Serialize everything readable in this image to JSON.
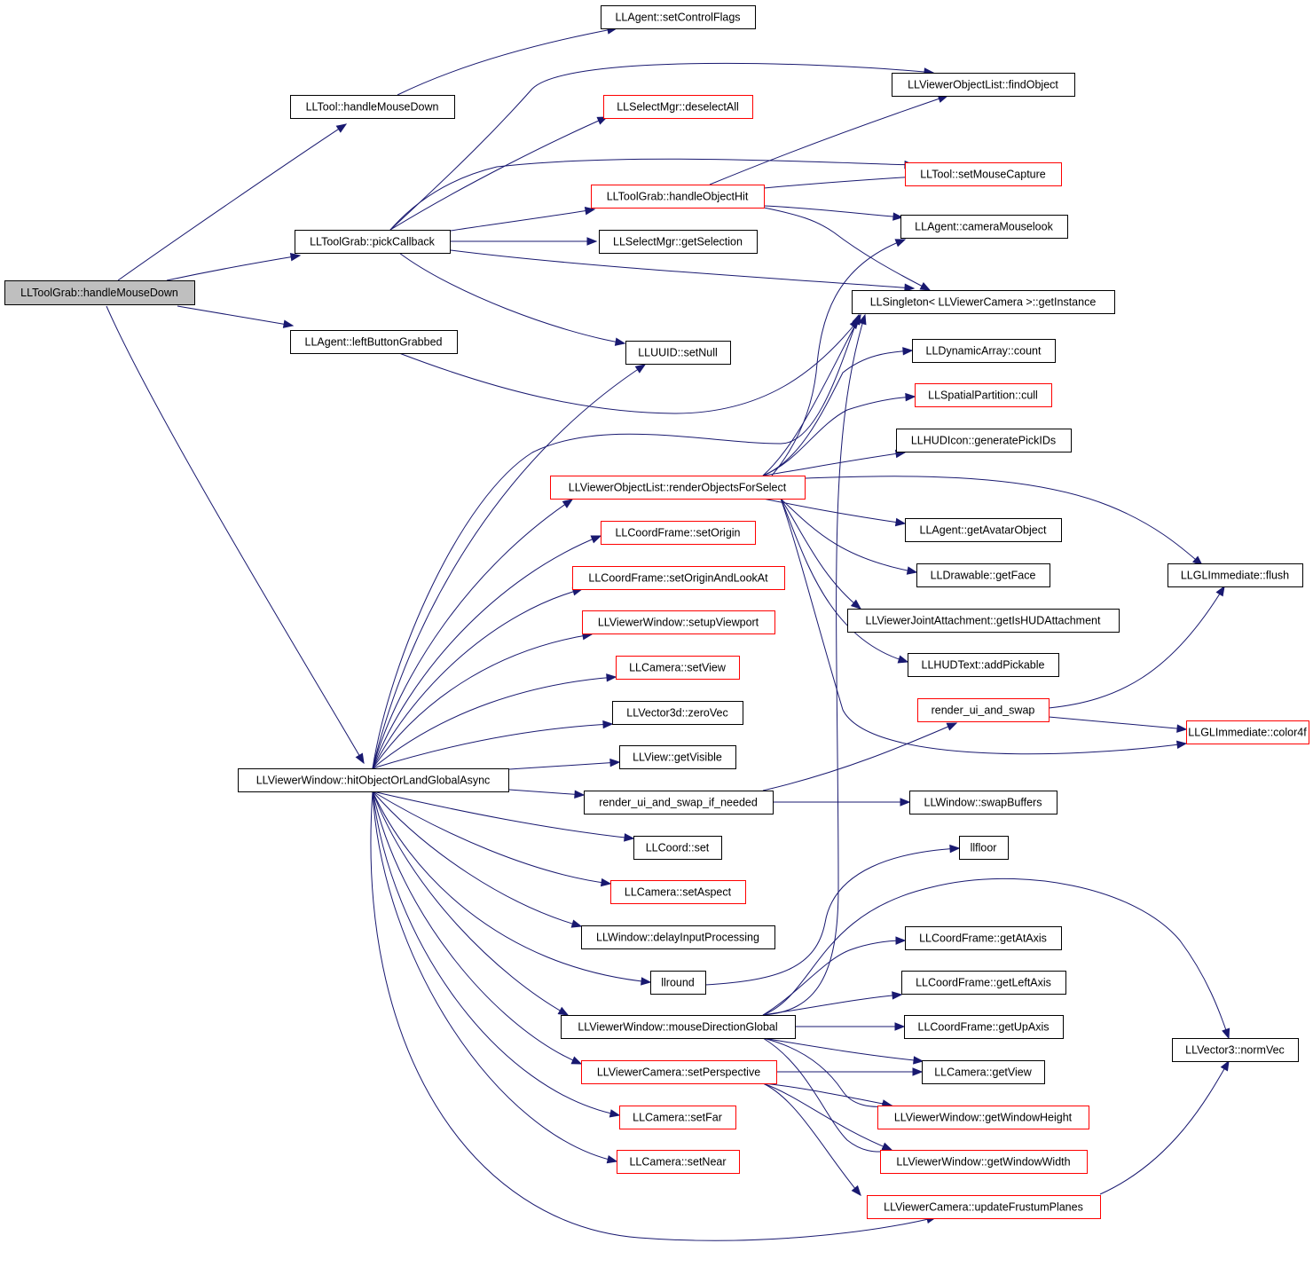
{
  "colors": {
    "edge": "#191970",
    "node_border_normal": "#000000",
    "node_border_truncated": "#ff0000",
    "root_fill": "#bfbfbf",
    "node_fill": "#ffffff"
  },
  "nodes": {
    "n_root": {
      "label": "LLToolGrab::handleMouseDown",
      "type": "root"
    },
    "n_tool_hmd": {
      "label": "LLTool::handleMouseDown",
      "type": "normal"
    },
    "n_pickcb": {
      "label": "LLToolGrab::pickCallback",
      "type": "normal"
    },
    "n_leftbtn": {
      "label": "LLAgent::leftButtonGrabbed",
      "type": "normal"
    },
    "n_hitobj": {
      "label": "LLViewerWindow::hitObjectOrLandGlobalAsync",
      "type": "normal"
    },
    "n_setctrl": {
      "label": "LLAgent::setControlFlags",
      "type": "normal"
    },
    "n_desel": {
      "label": "LLSelectMgr::deselectAll",
      "type": "truncated"
    },
    "n_handleobjhit": {
      "label": "LLToolGrab::handleObjectHit",
      "type": "truncated"
    },
    "n_getsel": {
      "label": "LLSelectMgr::getSelection",
      "type": "normal"
    },
    "n_setnull": {
      "label": "LLUUID::setNull",
      "type": "normal"
    },
    "n_renderobj": {
      "label": "LLViewerObjectList::renderObjectsForSelect",
      "type": "truncated"
    },
    "n_setorigin": {
      "label": "LLCoordFrame::setOrigin",
      "type": "truncated"
    },
    "n_setoriginlook": {
      "label": "LLCoordFrame::setOriginAndLookAt",
      "type": "truncated"
    },
    "n_setupvp": {
      "label": "LLViewerWindow::setupViewport",
      "type": "truncated"
    },
    "n_setview": {
      "label": "LLCamera::setView",
      "type": "truncated"
    },
    "n_zerovec": {
      "label": "LLVector3d::zeroVec",
      "type": "normal"
    },
    "n_getvisible": {
      "label": "LLView::getVisible",
      "type": "normal"
    },
    "n_rendifneeded": {
      "label": "render_ui_and_swap_if_needed",
      "type": "normal"
    },
    "n_coordset": {
      "label": "LLCoord::set",
      "type": "normal"
    },
    "n_setaspect": {
      "label": "LLCamera::setAspect",
      "type": "truncated"
    },
    "n_delayinput": {
      "label": "LLWindow::delayInputProcessing",
      "type": "normal"
    },
    "n_llround": {
      "label": "llround",
      "type": "normal"
    },
    "n_mousedir": {
      "label": "LLViewerWindow::mouseDirectionGlobal",
      "type": "normal"
    },
    "n_setpersp": {
      "label": "LLViewerCamera::setPerspective",
      "type": "truncated"
    },
    "n_setfar": {
      "label": "LLCamera::setFar",
      "type": "truncated"
    },
    "n_setnear": {
      "label": "LLCamera::setNear",
      "type": "truncated"
    },
    "n_findobj": {
      "label": "LLViewerObjectList::findObject",
      "type": "normal"
    },
    "n_setmousecap": {
      "label": "LLTool::setMouseCapture",
      "type": "truncated"
    },
    "n_cammouselook": {
      "label": "LLAgent::cameraMouselook",
      "type": "normal"
    },
    "n_getinst": {
      "label": "LLSingleton< LLViewerCamera >::getInstance",
      "type": "normal"
    },
    "n_dyncount": {
      "label": "LLDynamicArray::count",
      "type": "normal"
    },
    "n_cull": {
      "label": "LLSpatialPartition::cull",
      "type": "truncated"
    },
    "n_pickids": {
      "label": "LLHUDIcon::generatePickIDs",
      "type": "normal"
    },
    "n_getavatar": {
      "label": "LLAgent::getAvatarObject",
      "type": "normal"
    },
    "n_getface": {
      "label": "LLDrawable::getFace",
      "type": "normal"
    },
    "n_ishud": {
      "label": "LLViewerJointAttachment::getIsHUDAttachment",
      "type": "normal"
    },
    "n_addpick": {
      "label": "LLHUDText::addPickable",
      "type": "normal"
    },
    "n_renderui": {
      "label": "render_ui_and_swap",
      "type": "truncated"
    },
    "n_swapbuf": {
      "label": "LLWindow::swapBuffers",
      "type": "normal"
    },
    "n_llfloor": {
      "label": "llfloor",
      "type": "normal"
    },
    "n_getataxis": {
      "label": "LLCoordFrame::getAtAxis",
      "type": "normal"
    },
    "n_getleftaxis": {
      "label": "LLCoordFrame::getLeftAxis",
      "type": "normal"
    },
    "n_getupaxis": {
      "label": "LLCoordFrame::getUpAxis",
      "type": "normal"
    },
    "n_getview": {
      "label": "LLCamera::getView",
      "type": "normal"
    },
    "n_getwinh": {
      "label": "LLViewerWindow::getWindowHeight",
      "type": "truncated"
    },
    "n_getwinw": {
      "label": "LLViewerWindow::getWindowWidth",
      "type": "truncated"
    },
    "n_updfrustum": {
      "label": "LLViewerCamera::updateFrustumPlanes",
      "type": "truncated"
    },
    "n_glflush": {
      "label": "LLGLImmediate::flush",
      "type": "normal"
    },
    "n_glcolor": {
      "label": "LLGLImmediate::color4f",
      "type": "truncated"
    },
    "n_normvec": {
      "label": "LLVector3::normVec",
      "type": "normal"
    }
  },
  "edges": [
    [
      "n_root",
      "n_tool_hmd"
    ],
    [
      "n_root",
      "n_pickcb"
    ],
    [
      "n_root",
      "n_leftbtn"
    ],
    [
      "n_root",
      "n_hitobj"
    ],
    [
      "n_tool_hmd",
      "n_setctrl"
    ],
    [
      "n_pickcb",
      "n_findobj"
    ],
    [
      "n_pickcb",
      "n_desel"
    ],
    [
      "n_pickcb",
      "n_setmousecap"
    ],
    [
      "n_pickcb",
      "n_handleobjhit"
    ],
    [
      "n_pickcb",
      "n_getsel"
    ],
    [
      "n_pickcb",
      "n_getinst"
    ],
    [
      "n_pickcb",
      "n_setnull"
    ],
    [
      "n_handleobjhit",
      "n_findobj"
    ],
    [
      "n_handleobjhit",
      "n_setmousecap"
    ],
    [
      "n_handleobjhit",
      "n_cammouselook"
    ],
    [
      "n_handleobjhit",
      "n_getinst"
    ],
    [
      "n_leftbtn",
      "n_getinst"
    ],
    [
      "n_hitobj",
      "n_setnull"
    ],
    [
      "n_hitobj",
      "n_getinst"
    ],
    [
      "n_hitobj",
      "n_renderobj"
    ],
    [
      "n_hitobj",
      "n_setorigin"
    ],
    [
      "n_hitobj",
      "n_setoriginlook"
    ],
    [
      "n_hitobj",
      "n_setupvp"
    ],
    [
      "n_hitobj",
      "n_setview"
    ],
    [
      "n_hitobj",
      "n_zerovec"
    ],
    [
      "n_hitobj",
      "n_getvisible"
    ],
    [
      "n_hitobj",
      "n_rendifneeded"
    ],
    [
      "n_hitobj",
      "n_coordset"
    ],
    [
      "n_hitobj",
      "n_setaspect"
    ],
    [
      "n_hitobj",
      "n_delayinput"
    ],
    [
      "n_hitobj",
      "n_llround"
    ],
    [
      "n_hitobj",
      "n_mousedir"
    ],
    [
      "n_hitobj",
      "n_setpersp"
    ],
    [
      "n_hitobj",
      "n_setfar"
    ],
    [
      "n_hitobj",
      "n_setnear"
    ],
    [
      "n_hitobj",
      "n_updfrustum"
    ],
    [
      "n_renderobj",
      "n_cammouselook"
    ],
    [
      "n_renderobj",
      "n_getinst"
    ],
    [
      "n_renderobj",
      "n_dyncount"
    ],
    [
      "n_renderobj",
      "n_cull"
    ],
    [
      "n_renderobj",
      "n_pickids"
    ],
    [
      "n_renderobj",
      "n_glflush"
    ],
    [
      "n_renderobj",
      "n_getavatar"
    ],
    [
      "n_renderobj",
      "n_getface"
    ],
    [
      "n_renderobj",
      "n_ishud"
    ],
    [
      "n_renderobj",
      "n_addpick"
    ],
    [
      "n_renderobj",
      "n_glcolor"
    ],
    [
      "n_rendifneeded",
      "n_renderui"
    ],
    [
      "n_rendifneeded",
      "n_swapbuf"
    ],
    [
      "n_renderui",
      "n_glflush"
    ],
    [
      "n_renderui",
      "n_glcolor"
    ],
    [
      "n_llround",
      "n_llfloor"
    ],
    [
      "n_mousedir",
      "n_getinst"
    ],
    [
      "n_mousedir",
      "n_normvec"
    ],
    [
      "n_mousedir",
      "n_getataxis"
    ],
    [
      "n_mousedir",
      "n_getleftaxis"
    ],
    [
      "n_mousedir",
      "n_getupaxis"
    ],
    [
      "n_mousedir",
      "n_getview"
    ],
    [
      "n_mousedir",
      "n_getwinh"
    ],
    [
      "n_mousedir",
      "n_getwinw"
    ],
    [
      "n_setpersp",
      "n_getview"
    ],
    [
      "n_setpersp",
      "n_getwinh"
    ],
    [
      "n_setpersp",
      "n_getwinw"
    ],
    [
      "n_setpersp",
      "n_updfrustum"
    ],
    [
      "n_updfrustum",
      "n_normvec"
    ]
  ]
}
